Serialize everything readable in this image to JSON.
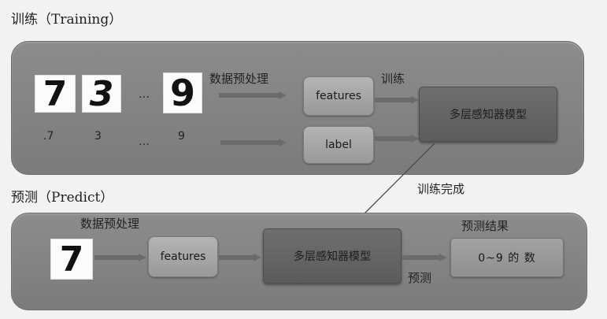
{
  "training": {
    "heading": "训练（Training）",
    "images": [
      {
        "glyph": "7"
      },
      {
        "glyph": "3"
      },
      {
        "glyph": "9"
      }
    ],
    "image_ellipsis": "…",
    "labels": [
      ".7",
      "3",
      "9"
    ],
    "label_ellipsis": "…",
    "preprocess_label": "数据预处理",
    "features_box": "features",
    "label_box": "label",
    "train_label": "训练",
    "model_box": "多层感知器模型"
  },
  "connector_label": "训练完成",
  "predict": {
    "heading": "预测（Predict）",
    "image": {
      "glyph": "7"
    },
    "preprocess_label": "数据预处理",
    "features_box": "features",
    "model_box": "多层感知器模型",
    "predict_label": "预测",
    "result_title": "预测结果",
    "result_box": "0~9 的 数"
  },
  "colors": {
    "panel": "#838383",
    "box_light": "#a8a8a8",
    "box_dark": "#656565",
    "arrow": "#6b6b6b"
  }
}
